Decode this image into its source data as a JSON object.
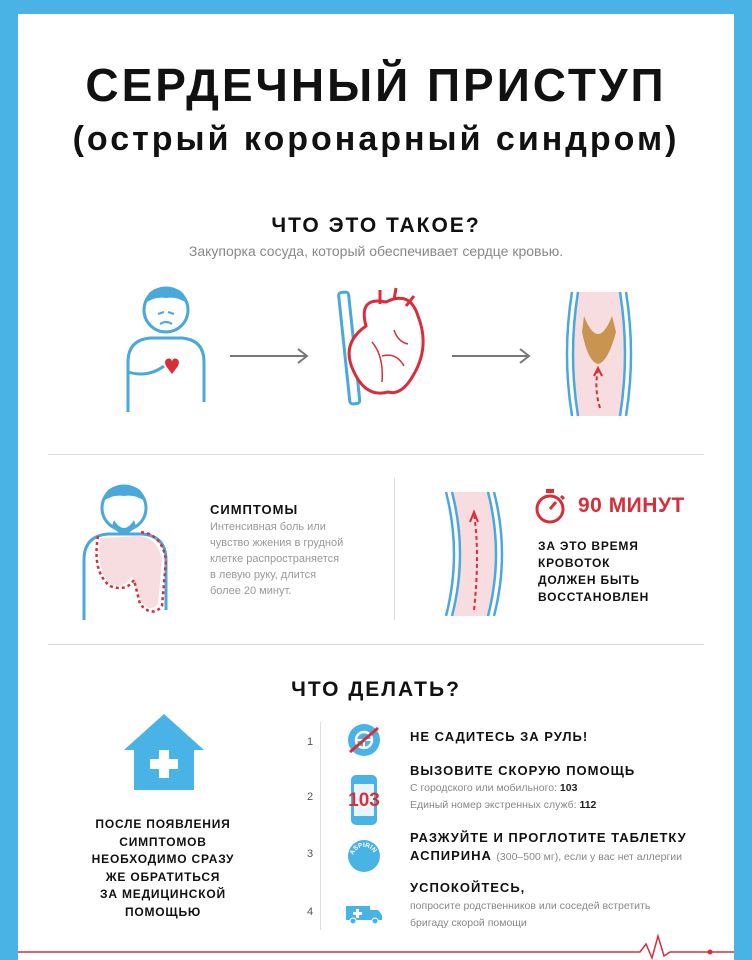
{
  "header": {
    "title": "СЕРДЕЧНЫЙ ПРИСТУП",
    "subtitle": "(острый коронарный синдром)"
  },
  "what_is": {
    "heading": "ЧТО ЭТО ТАКОЕ?",
    "description": "Закупорка сосуда, который обеспечивает сердце кровью."
  },
  "symptoms": {
    "heading": "СИМПТОМЫ",
    "lines": [
      "Интенсивная боль или",
      "чувство жжения в грудной",
      "клетке распространяется",
      "в левую руку, длится",
      "более 20 минут."
    ]
  },
  "time": {
    "value": "90 МИНУТ",
    "lines": [
      "ЗА ЭТО ВРЕМЯ",
      "КРОВОТОК",
      "ДОЛЖЕН БЫТЬ",
      "ВОССТАНОВЛЕН"
    ]
  },
  "what_to_do": {
    "heading": "ЧТО ДЕЛАТЬ?",
    "advice_lines": [
      "ПОСЛЕ ПОЯВЛЕНИЯ",
      "СИМПТОМОВ",
      "НЕОБХОДИМО СРАЗУ",
      "ЖЕ ОБРАТИТЬСЯ",
      "ЗА МЕДИЦИНСКОЙ",
      "ПОМОЩЬЮ"
    ],
    "steps": [
      {
        "num": "1",
        "title": "НЕ САДИТЕСЬ ЗА РУЛЬ!",
        "icon": "no-driving-icon"
      },
      {
        "num": "2",
        "title": "ВЫЗОВИТЕ СКОРУЮ ПОМОЩЬ",
        "icon": "phone-103-icon",
        "line1": "С городского или мобильного:",
        "line1_b": "103",
        "line2": "Единый номер экстренных служб:",
        "line2_b": "112"
      },
      {
        "num": "3",
        "title": "РАЗЖУЙТЕ И ПРОГЛОТИТЕ ТАБЛЕТКУ",
        "title2": "АСПИРИНА",
        "icon": "aspirin-icon",
        "title2_note": "(300–500 мг), если у вас нет аллергии"
      },
      {
        "num": "4",
        "title": "УСПОКОЙТЕСЬ,",
        "icon": "ambulance-icon",
        "line1": "попросите родственников или соседей встретить",
        "line2": "бригаду скорой помощи"
      }
    ]
  },
  "icons": {
    "phone_number": "103",
    "aspirin_text": "ASPIRIN"
  },
  "colors": {
    "frame_blue": "#4ab3e6",
    "accent_red": "#d92e3a",
    "line_blue": "#4aa8db",
    "pink": "#f8dde0"
  }
}
